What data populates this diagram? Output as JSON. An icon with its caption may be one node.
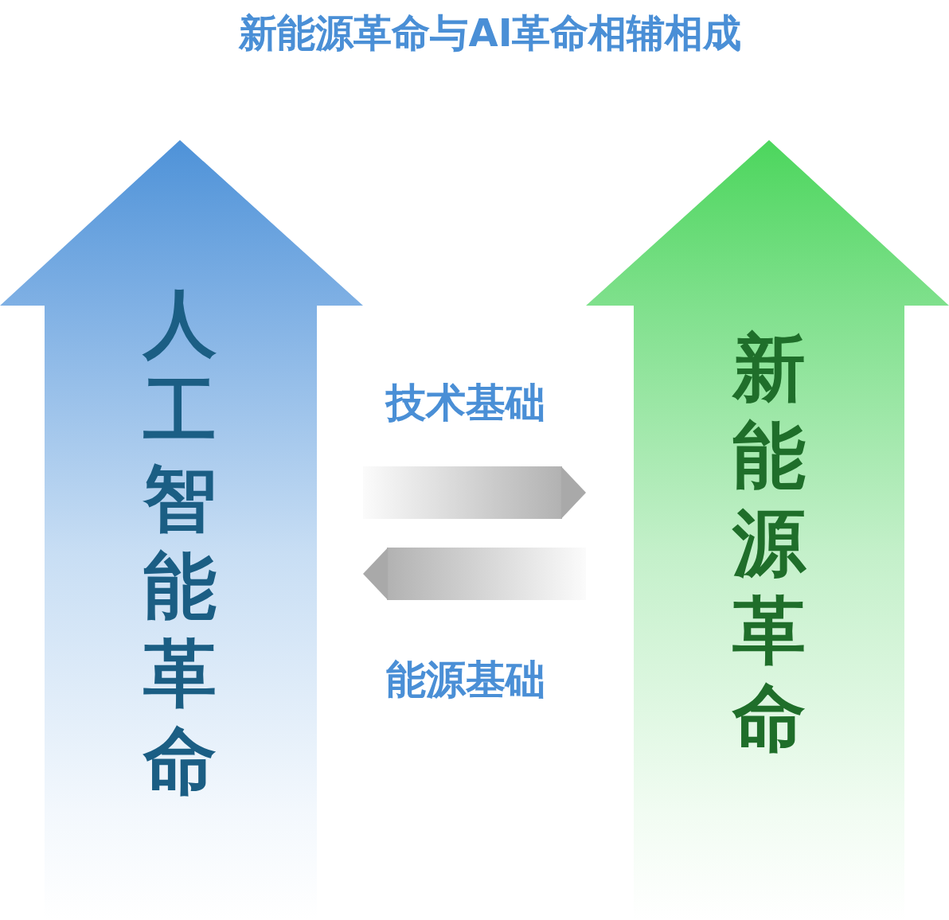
{
  "diagram": {
    "title": "新能源革命与AI革命相辅相成",
    "nodes": [
      {
        "text": [
          "人工智能革命"
        ]
      },
      {
        "text": [
          "新能源革命"
        ]
      }
    ],
    "edges": [
      {
        "from": 0,
        "to": 1,
        "arrow": "to",
        "label": "技术基础"
      },
      {
        "from": 1,
        "to": 0,
        "arrow": "to",
        "label": "能源基础"
      }
    ]
  }
}
